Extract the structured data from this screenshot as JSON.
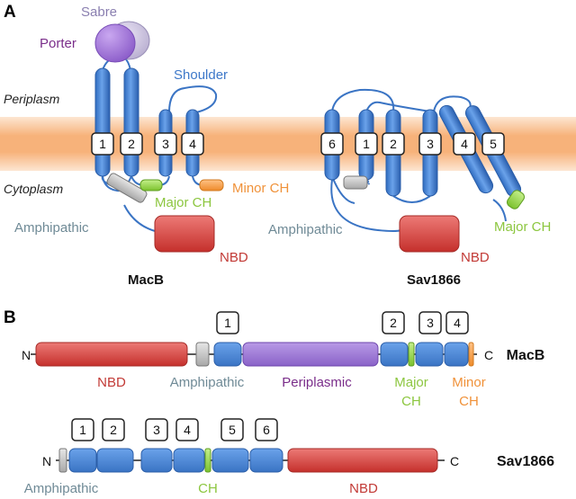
{
  "panel_a": {
    "letter": "A",
    "periplasm": "Periplasm",
    "cytoplasm": "Cytoplasm",
    "macb": {
      "title": "MacB",
      "sabre": "Sabre",
      "porter": "Porter",
      "shoulder": "Shoulder",
      "tm1": "1",
      "tm2": "2",
      "tm3": "3",
      "tm4": "4",
      "amphipathic": "Amphipathic",
      "major_ch": "Major CH",
      "minor_ch": "Minor CH",
      "nbd": "NBD"
    },
    "sav": {
      "title": "Sav1866",
      "tm6": "6",
      "tm1": "1",
      "tm2": "2",
      "tm3": "3",
      "tm4": "4",
      "tm5": "5",
      "amphipathic": "Amphipathic",
      "major_ch": "Major CH",
      "nbd": "NBD"
    }
  },
  "panel_b": {
    "letter": "B",
    "macb": {
      "title": "MacB",
      "n": "N",
      "c": "C",
      "box1": "1",
      "box2": "2",
      "box3": "3",
      "box4": "4",
      "nbd": "NBD",
      "amphipathic": "Amphipathic",
      "periplasmic": "Periplasmic",
      "major": "Major",
      "ch1": "CH",
      "minor": "Minor",
      "ch2": "CH"
    },
    "sav": {
      "title": "Sav1866",
      "n": "N",
      "c": "C",
      "box1": "1",
      "box2": "2",
      "box3": "3",
      "box4": "4",
      "box5": "5",
      "box6": "6",
      "amphipathic": "Amphipathic",
      "ch": "CH",
      "nbd": "NBD"
    }
  },
  "colors": {
    "membrane": "#f7b27a",
    "helix": "#4a86d8",
    "nbd": "#d9423f",
    "porter": "#9b74d4",
    "major_ch": "#8fd13f",
    "minor_ch": "#f39a3a",
    "amphipathic": "#b0b0b0",
    "text_grey": "#6f8a96",
    "text_purple": "#7a2d8a",
    "text_blue": "#3d78c9",
    "text_red": "#c23a36",
    "text_green": "#8cc63f",
    "text_orange": "#f0923a"
  }
}
